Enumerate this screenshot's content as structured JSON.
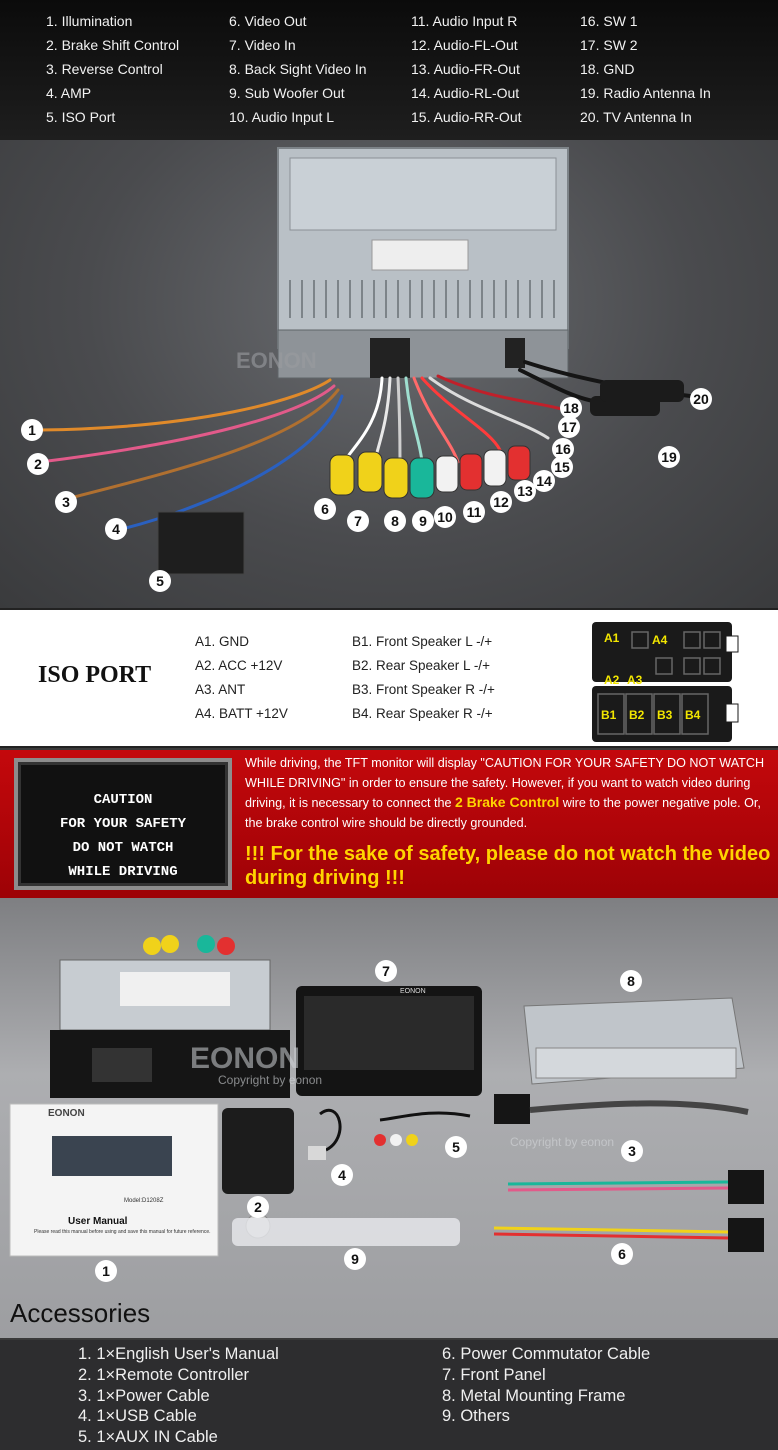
{
  "legend": {
    "col1": [
      "1. Illumination",
      "2. Brake Shift Control",
      "3. Reverse Control",
      "4. AMP",
      "5. ISO Port"
    ],
    "col2": [
      "6.  Video Out",
      "7.  Video In",
      "8.  Back Sight Video In",
      "9.  Sub Woofer Out",
      "10. Audio Input L"
    ],
    "col3": [
      "11. Audio Input R",
      "12. Audio-FL-Out",
      "13. Audio-FR-Out",
      "14. Audio-RL-Out",
      "15. Audio-RR-Out"
    ],
    "col4": [
      "16. SW 1",
      "17. SW 2",
      "18. GND",
      "19. Radio Antenna In",
      "20. TV Antenna In"
    ]
  },
  "wiring": {
    "markers": [
      "1",
      "2",
      "3",
      "4",
      "5",
      "6",
      "7",
      "8",
      "9",
      "10",
      "11",
      "12",
      "13",
      "14",
      "15",
      "16",
      "17",
      "18",
      "19",
      "20"
    ],
    "watermark": "EONON"
  },
  "iso_port": {
    "title": "ISO PORT",
    "a_pins": [
      "A1.  GND",
      "A2.  ACC +12V",
      "A3.  ANT",
      "A4.  BATT  +12V"
    ],
    "b_pins": [
      "B1.  Front Speaker L  -/+",
      "B2.  Rear Speaker L  -/+",
      "B3.  Front Speaker R  -/+",
      "B4.  Rear Speaker R  -/+"
    ],
    "connector_labels": [
      "A1",
      "A4",
      "A2",
      "A3",
      "B1",
      "B2",
      "B3",
      "B4"
    ],
    "label_color": "#f2e600"
  },
  "caution": {
    "screen_lines": [
      "CAUTION",
      "FOR YOUR SAFETY",
      "DO NOT WATCH",
      "WHILE DRIVING"
    ],
    "body_pre": "While driving, the TFT monitor will display \"CAUTION FOR YOUR SAFETY DO NOT WATCH WHILE DRIVING\" in order to ensure the safety. However, if you want to watch video during driving, it is necessary to connect the ",
    "body_highlight": "2 Brake Control",
    "body_post": " wire to the power negative pole. Or, the brake control wire should be directly grounded.",
    "warning": "!!! For the sake of safety, please do not watch the video during driving !!!"
  },
  "accessories_photo": {
    "markers": [
      "1",
      "2",
      "3",
      "4",
      "5",
      "6",
      "7",
      "8",
      "9"
    ],
    "brand": "EONON",
    "watermark_copyright": "Copyright by eonon",
    "manual_title": "User Manual",
    "manual_model": "Model:D1208Z",
    "manual_note": "Please read this manual before using and save this manual for future reference."
  },
  "accessories": {
    "heading": "Accessories",
    "col1": [
      "1. 1×English User's Manual",
      "2. 1×Remote Controller",
      "3. 1×Power Cable",
      "4. 1×USB Cable",
      "5. 1×AUX IN Cable"
    ],
    "col2": [
      "6. Power Commutator Cable",
      "7. Front Panel",
      "8. Metal Mounting Frame",
      "9. Others"
    ]
  }
}
